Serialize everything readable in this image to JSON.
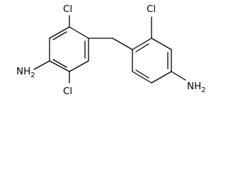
{
  "molecule": {
    "labels": {
      "cl_top_left": "Cl",
      "cl_bottom_left": "Cl",
      "cl_top_right": "Cl",
      "nh2_left": "NH",
      "nh2_right": "NH",
      "nh2_subscript": "2"
    }
  }
}
